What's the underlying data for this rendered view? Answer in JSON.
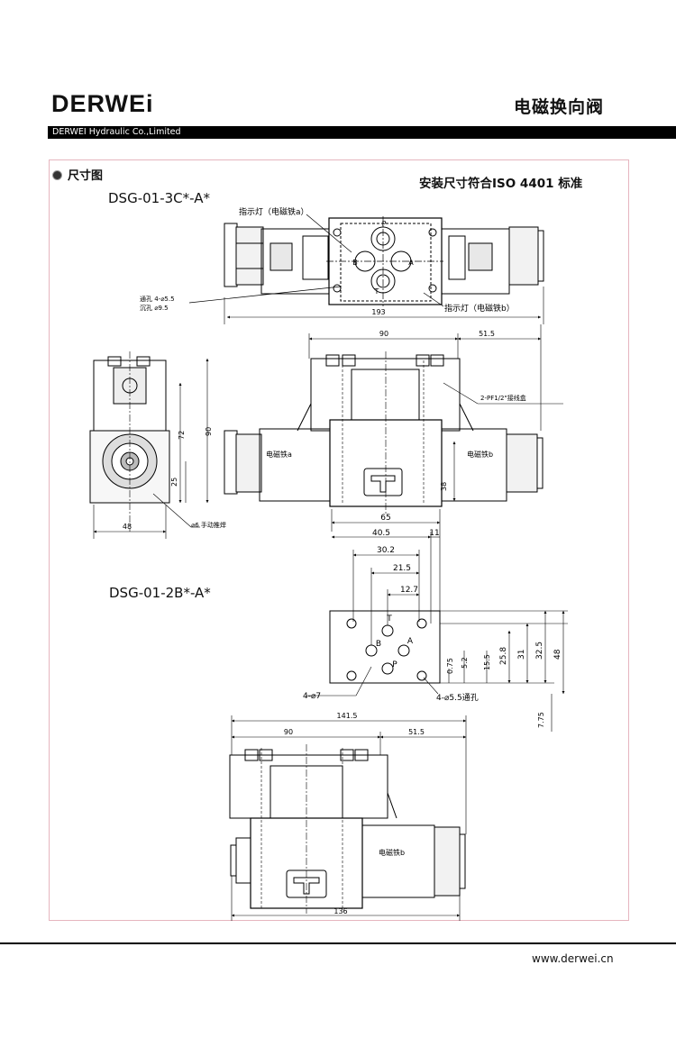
{
  "header": {
    "brand": "DERWEi",
    "title": "电磁换向阀",
    "company": "DERWEI Hydraulic Co.,Limited"
  },
  "section": {
    "title": "尺寸图",
    "standard": "安装尺寸符合ISO 4401 标准"
  },
  "models": {
    "first": "DSG-01-3C*-A*",
    "second": "DSG-01-2B*-A*"
  },
  "labels": {
    "indicator_a": "指示灯（电磁铁a）",
    "indicator_b": "指示灯（电磁铁b）",
    "through_hole": "通孔 4-⌀5.5",
    "counterbore": "沉孔 ⌀9.5",
    "connector_box": "2-PF1/2\"接线盒",
    "solenoid_a": "电磁铁a",
    "solenoid_b": "电磁铁b",
    "manual_pin": "⌀6 手动推焊",
    "port_p": "P",
    "port_t": "T",
    "port_a": "A",
    "port_b": "B",
    "bolt_hole": "4-⌀7",
    "through_hole_2": "4-⌀5.5通孔"
  },
  "dimensions": {
    "d193": "193",
    "d90": "90",
    "d51_5": "51.5",
    "d72": "72",
    "d90v": "90",
    "d25": "25",
    "d38": "38",
    "d48": "48",
    "d65": "65",
    "d40_5": "40.5",
    "d11": "11",
    "d30_2": "30.2",
    "d21_5": "21.5",
    "d12_7": "12.7",
    "d0_75": "0.75",
    "d5_2": "5.2",
    "d15_5": "15.5",
    "d25_8": "25.8",
    "d31": "31",
    "d32_5": "32.5",
    "d48v": "48",
    "d7_75": "7.75",
    "d141_5": "141.5",
    "d90b": "90",
    "d51_5b": "51.5",
    "d136": "136"
  },
  "footer": {
    "url": "www.derwei.cn"
  }
}
